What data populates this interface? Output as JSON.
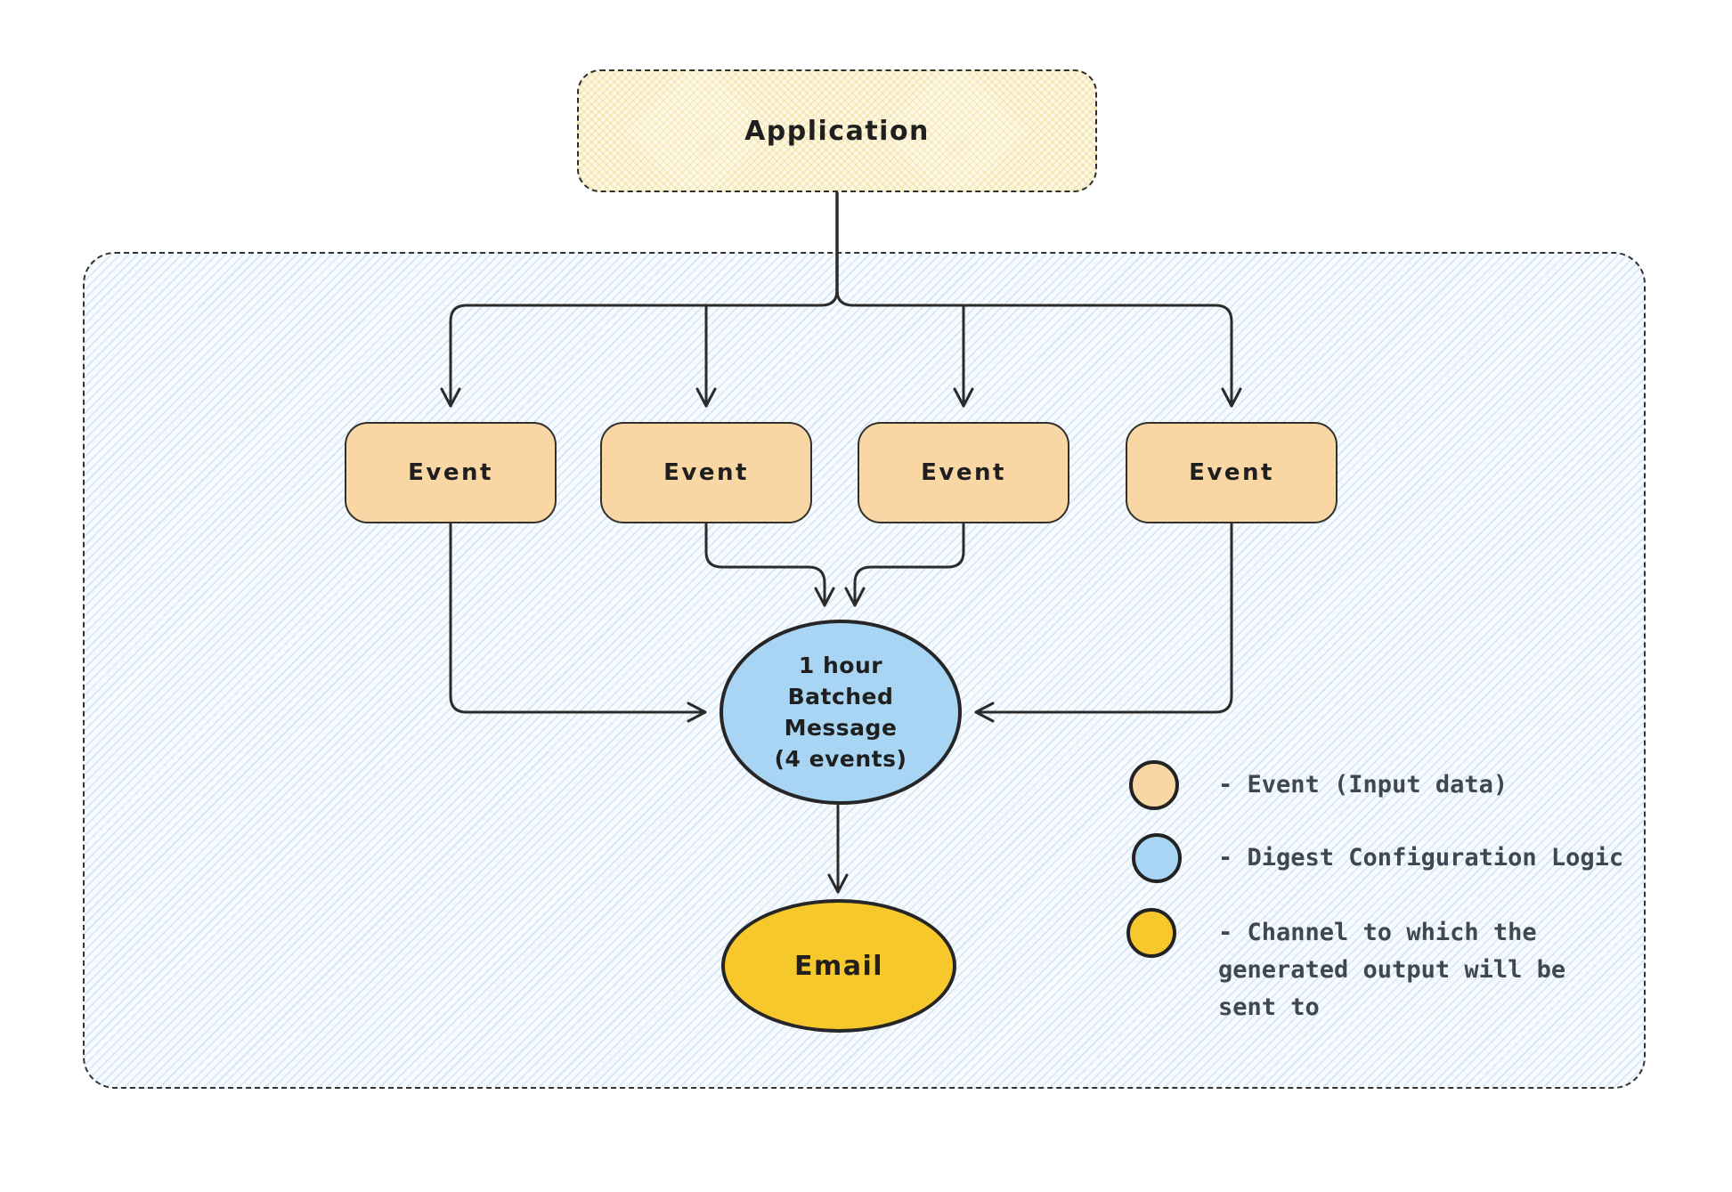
{
  "diagram": {
    "application": {
      "label": "Application"
    },
    "events": [
      {
        "label": "Event"
      },
      {
        "label": "Event"
      },
      {
        "label": "Event"
      },
      {
        "label": "Event"
      }
    ],
    "digest": {
      "label": "1 hour\nBatched\nMessage\n(4 events)"
    },
    "channel": {
      "label": "Email"
    }
  },
  "legend": {
    "items": [
      {
        "swatch": "event-swatch",
        "color": "#F9D7A5",
        "label": "- Event (Input data)"
      },
      {
        "swatch": "digest-swatch",
        "color": "#A8D5F3",
        "label": "- Digest Configuration Logic"
      },
      {
        "swatch": "channel-swatch",
        "color": "#F7C82B",
        "label": "- Channel to which the generated output will be sent to"
      }
    ]
  },
  "colors": {
    "event_fill": "#F9D7A5",
    "digest_fill": "#A8D5F3",
    "channel_fill": "#F7C82B",
    "application_fill": "#FDF8E4",
    "container_tint": "#EAF3FB",
    "stroke": "#2B2B2B",
    "legend_text": "#3E4752"
  }
}
